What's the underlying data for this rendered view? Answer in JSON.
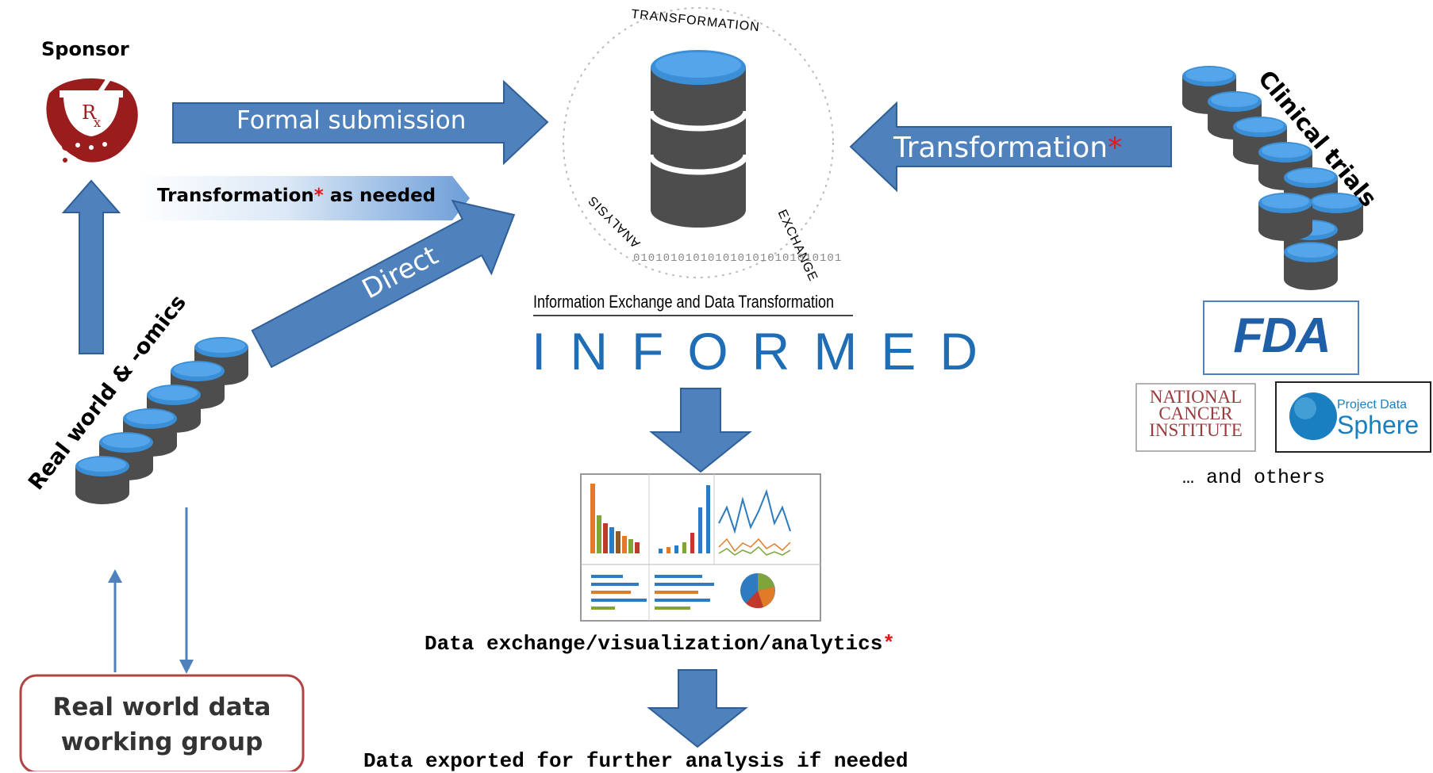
{
  "sponsor": {
    "label": "Sponsor",
    "rx_icon": "rx-mortar-pestle-icon"
  },
  "arrows": {
    "formal_submission": "Formal submission",
    "transformation_as_needed": "Transformation",
    "transformation_as_needed_suffix": " as needed",
    "direct": "Direct",
    "transformation_right": "Transformation",
    "asterisk": "*"
  },
  "real_world": {
    "label": "Real world & -omics"
  },
  "working_group": {
    "line1": "Real world data",
    "line2": "working group"
  },
  "clinical_trials": {
    "label": "Clinical trials"
  },
  "informed": {
    "ring_top": "TRANSFORMATION",
    "ring_right": "EXCHANGE",
    "ring_left": "ANALYSIS",
    "ring_binary": "0101010101010101010101010101",
    "subtitle": "Information Exchange and Data Transformation",
    "title": "INFORMED"
  },
  "partners": {
    "fda": "FDA",
    "nci_line1": "NATIONAL",
    "nci_line2": "CANCER",
    "nci_line3": "INSTITUTE",
    "pds_line1": "Project Data",
    "pds_line2": "Sphere",
    "others": "… and others"
  },
  "outputs": {
    "visualization": "Data exchange/visualization/analytics",
    "exported": "Data exported for further analysis if needed"
  },
  "colors": {
    "arrow_blue": "#4f81bd",
    "db_gray": "#555555",
    "db_top": "#3a8fd6",
    "informed_blue": "#1f6db5",
    "rx_red": "#9b1c1c",
    "wg_border": "#b24444"
  }
}
